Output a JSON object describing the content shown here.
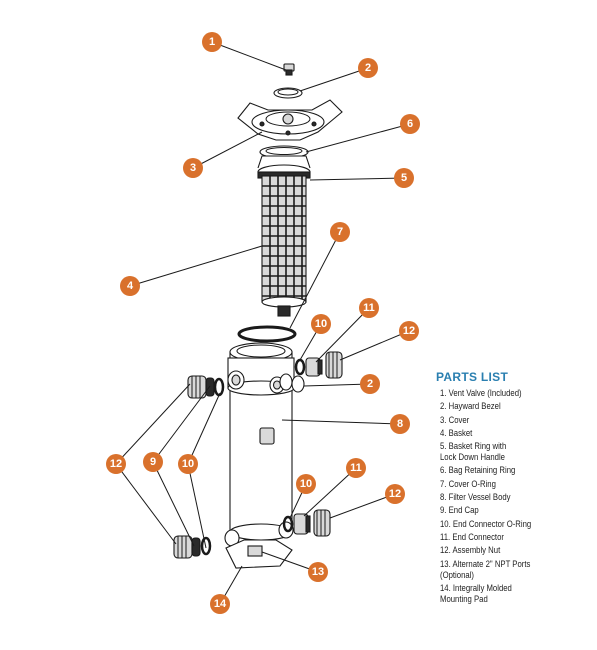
{
  "diagram": {
    "callouts": [
      {
        "id": "c1-vent-valve",
        "number": "1"
      },
      {
        "id": "c2-bezel-top",
        "number": "2"
      },
      {
        "id": "c3-cover",
        "number": "3"
      },
      {
        "id": "c6-bag-ring",
        "number": "6"
      },
      {
        "id": "c5-basket-ring",
        "number": "5"
      },
      {
        "id": "c4-basket",
        "number": "4"
      },
      {
        "id": "c7-cover-oring",
        "number": "7"
      },
      {
        "id": "c10-oring-right-upper",
        "number": "10"
      },
      {
        "id": "c11-connector-right-upper",
        "number": "11"
      },
      {
        "id": "c12-nut-right-upper",
        "number": "12"
      },
      {
        "id": "c2-bezel-side",
        "number": "2"
      },
      {
        "id": "c8-vessel-body",
        "number": "8"
      },
      {
        "id": "c12-nut-left",
        "number": "12"
      },
      {
        "id": "c9-end-cap",
        "number": "9"
      },
      {
        "id": "c10-oring-left",
        "number": "10"
      },
      {
        "id": "c10-oring-right-lower",
        "number": "10"
      },
      {
        "id": "c11-connector-right-lower",
        "number": "11"
      },
      {
        "id": "c12-nut-right-lower",
        "number": "12"
      },
      {
        "id": "c13-npt-ports",
        "number": "13"
      },
      {
        "id": "c14-mounting-pad",
        "number": "14"
      }
    ]
  },
  "parts_list": {
    "title": "PARTS LIST",
    "items": [
      "1. Vent Valve (Included)",
      "2. Hayward Bezel",
      "3. Cover",
      "4. Basket",
      "5. Basket Ring with\nLock Down Handle",
      "6. Bag Retaining Ring",
      "7. Cover O-Ring",
      "8. Filter Vessel Body",
      "9. End Cap",
      "10. End Connector O-Ring",
      "11. End Connector",
      "12. Assembly Nut",
      "13. Alternate 2\" NPT Ports\n(Optional)",
      "14. Integrally Molded\nMounting Pad"
    ]
  },
  "colors": {
    "callout_fill": "#d9712c",
    "callout_text": "#ffffff",
    "title_blue": "#2a7fb0"
  }
}
